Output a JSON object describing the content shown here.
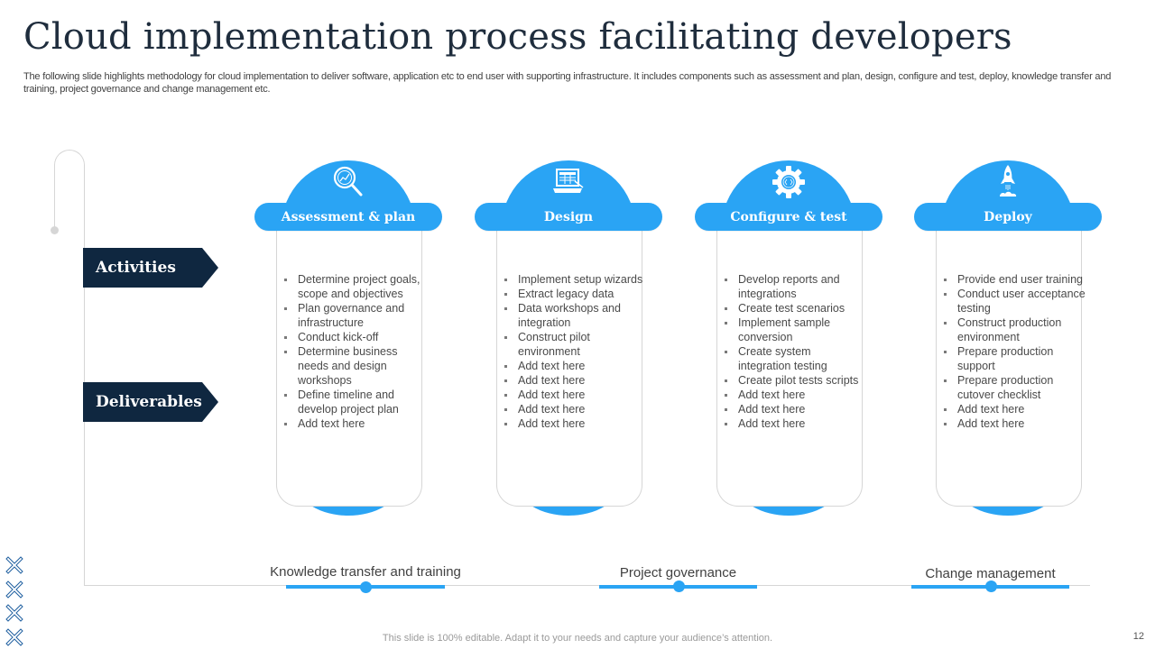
{
  "slide": {
    "title": "Cloud implementation process facilitating developers",
    "subtitle": "The following slide highlights methodology for cloud implementation to deliver software, application etc to end user with supporting infrastructure. It includes components such as assessment and plan, design, configure and test, deploy, knowledge transfer and training, project governance and change management etc.",
    "footer": "This slide is 100% editable. Adapt it to your needs and capture your audience’s attention.",
    "page_number": "12"
  },
  "colors": {
    "accent": "#2aa4f4",
    "navy": "#0f2740",
    "line": "#d6d6d6"
  },
  "row_labels": {
    "activities": "Activities",
    "deliverables": "Deliverables"
  },
  "phases": [
    {
      "title": "Assessment & plan",
      "icon": "magnifier-chart-icon",
      "items": [
        "Determine project goals, scope and objectives",
        "Plan governance and infrastructure",
        "Conduct kick-off",
        "Determine business needs and design workshops",
        "Define timeline and develop project plan",
        "Add text here"
      ]
    },
    {
      "title": "Design",
      "icon": "laptop-design-icon",
      "items": [
        "Implement setup wizards",
        "Extract legacy data",
        "Data workshops and integration",
        "Construct pilot environment",
        "Add text here",
        "Add text here",
        "Add text here",
        "Add text here",
        "Add text here"
      ]
    },
    {
      "title": "Configure & test",
      "icon": "gear-code-icon",
      "items": [
        "Develop reports and integrations",
        "Create test scenarios",
        "Implement sample conversion",
        "Create system integration testing",
        "Create pilot tests scripts",
        "Add text here",
        "Add text here",
        "Add text here"
      ]
    },
    {
      "title": "Deploy",
      "icon": "rocket-icon",
      "items": [
        "Provide end user training",
        "Conduct user acceptance testing",
        "Construct production environment",
        "Prepare production support",
        "Prepare production cutover checklist",
        "Add text here",
        "Add text here"
      ]
    }
  ],
  "tracks": [
    {
      "label": "Knowledge transfer and training"
    },
    {
      "label": "Project governance"
    },
    {
      "label": "Change management"
    }
  ]
}
